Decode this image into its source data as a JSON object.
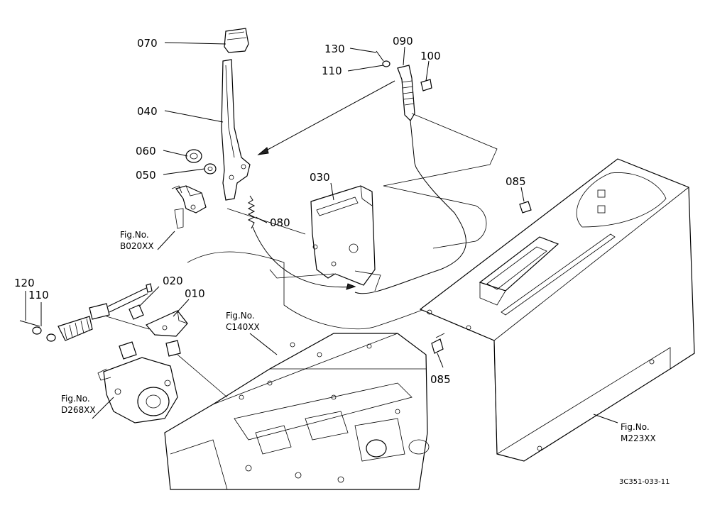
{
  "parts": {
    "p070": "070",
    "p040": "040",
    "p060": "060",
    "p050": "050",
    "p130": "130",
    "p090": "090",
    "p100": "100",
    "p110a": "110",
    "p030": "030",
    "p080": "080",
    "p085a": "085",
    "p085b": "085",
    "p120": "120",
    "p110b": "110",
    "p020": "020",
    "p010": "010"
  },
  "figrefs": {
    "b020_line1": "Fig.No.",
    "b020_line2": "B020XX",
    "c140_line1": "Fig.No.",
    "c140_line2": "C140XX",
    "d268_line1": "Fig.No.",
    "d268_line2": "D268XX",
    "m223_line1": "Fig.No.",
    "m223_line2": "M223XX"
  },
  "diagram_code": "3C351-033-11"
}
